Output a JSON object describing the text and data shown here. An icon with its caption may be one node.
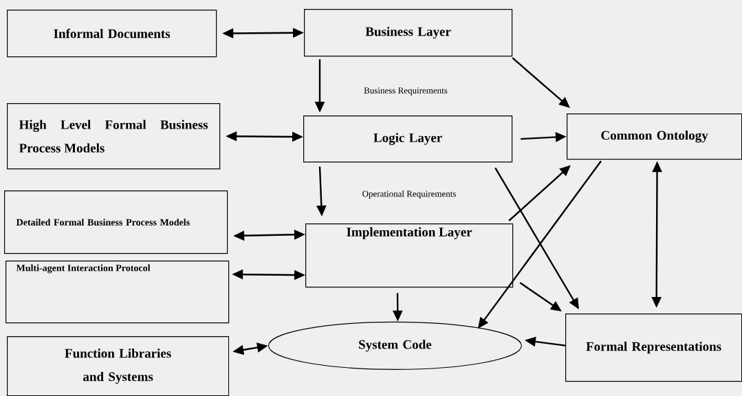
{
  "diagram": {
    "nodes": [
      {
        "text": [
          "Informal Documents"
        ]
      },
      {
        "text": [
          "Business Layer"
        ]
      },
      {
        "text": [
          "High Level Formal Business Process Models"
        ]
      },
      {
        "text": [
          "Logic Layer"
        ]
      },
      {
        "text": [
          "Common Ontology"
        ]
      },
      {
        "text": [
          "Detailed Formal Business Process Models"
        ]
      },
      {
        "text": [
          "Multi-agent Interaction Protocol"
        ]
      },
      {
        "text": [
          "Implementation Layer"
        ]
      },
      {
        "text": [
          "Function Libraries and Systems"
        ]
      },
      {
        "text": [
          "System Code"
        ]
      },
      {
        "text": [
          "Formal Representations"
        ]
      }
    ],
    "edges": [
      {
        "from": 0,
        "to": 1,
        "arrow": "both"
      },
      {
        "from": 1,
        "to": 3,
        "arrow": "to",
        "label": "Business Requirements"
      },
      {
        "from": 1,
        "to": 4,
        "arrow": "to"
      },
      {
        "from": 2,
        "to": 3,
        "arrow": "both"
      },
      {
        "from": 3,
        "to": 4,
        "arrow": "to"
      },
      {
        "from": 3,
        "to": 7,
        "arrow": "to",
        "label": "Operational Requirements"
      },
      {
        "from": 3,
        "to": 10,
        "arrow": "to"
      },
      {
        "from": 7,
        "to": 4,
        "arrow": "to"
      },
      {
        "from": 4,
        "to": 9,
        "arrow": "to"
      },
      {
        "from": 4,
        "to": 10,
        "arrow": "both"
      },
      {
        "from": 5,
        "to": 7,
        "arrow": "both"
      },
      {
        "from": 6,
        "to": 7,
        "arrow": "both"
      },
      {
        "from": 7,
        "to": 10,
        "arrow": "to"
      },
      {
        "from": 7,
        "to": 9,
        "arrow": "to"
      },
      {
        "from": 8,
        "to": 9,
        "arrow": "both"
      },
      {
        "from": 10,
        "to": 9,
        "arrow": "to"
      }
    ]
  }
}
